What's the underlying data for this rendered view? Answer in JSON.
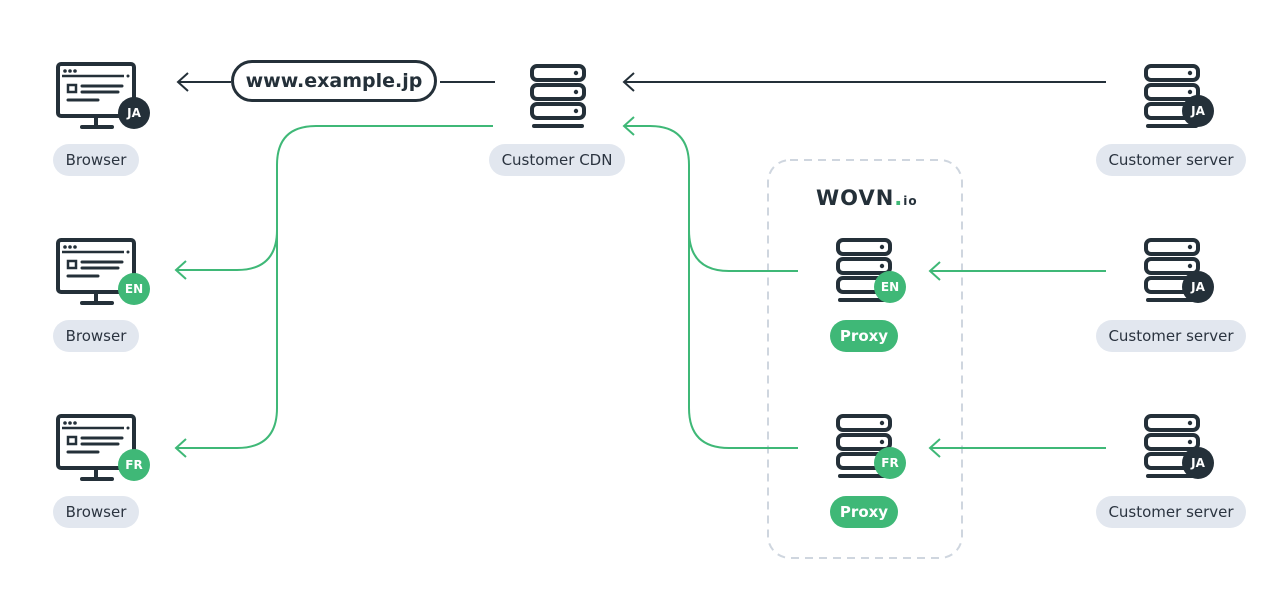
{
  "url_label": "www.example.jp",
  "logo": {
    "main": "WOVN",
    "dot": ".",
    "suffix": "io"
  },
  "colors": {
    "dark": "#243039",
    "green": "#3fb877",
    "pill": "#e2e7ef",
    "dashed": "#cfd6df"
  },
  "browsers": [
    {
      "label": "Browser",
      "lang": "JA"
    },
    {
      "label": "Browser",
      "lang": "EN"
    },
    {
      "label": "Browser",
      "lang": "FR"
    }
  ],
  "cdn": {
    "label": "Customer CDN"
  },
  "proxies": [
    {
      "label": "Proxy",
      "lang": "EN"
    },
    {
      "label": "Proxy",
      "lang": "FR"
    }
  ],
  "servers": [
    {
      "label": "Customer server",
      "lang": "JA"
    },
    {
      "label": "Customer server",
      "lang": "JA"
    },
    {
      "label": "Customer server",
      "lang": "JA"
    }
  ]
}
